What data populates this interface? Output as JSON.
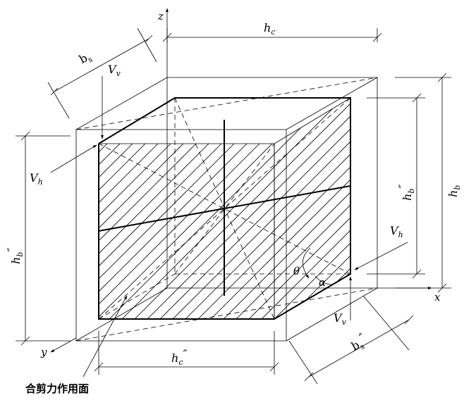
{
  "labels": {
    "z_axis": "z",
    "x_axis": "x",
    "y_axis": "y",
    "hc": "h",
    "hc_sub": "c",
    "hc_dd": "h",
    "hc_dd_sub": "c",
    "hc_dd_prime": "″",
    "bs": "b",
    "bs_sub": "s",
    "bs_dd": "b",
    "bs_dd_sub": "s",
    "bs_dd_prime": "″",
    "hb": "h",
    "hb_sub": "b",
    "hb_dd_right": "h",
    "hb_dd_right_sub": "b",
    "hb_dd_right_prime": "″",
    "hb_dd_left": "h",
    "hb_dd_left_sub": "b",
    "hb_dd_left_prime": "″",
    "vv_top": "V",
    "vv_top_sub": "v",
    "vv_bottom": "V",
    "vv_bottom_sub": "v",
    "vh_left": "V",
    "vh_left_sub": "h",
    "vh_right": "V",
    "vh_right_sub": "h",
    "theta": "θ",
    "alpha": "α",
    "resultant_plane": "合剪力作用面"
  }
}
